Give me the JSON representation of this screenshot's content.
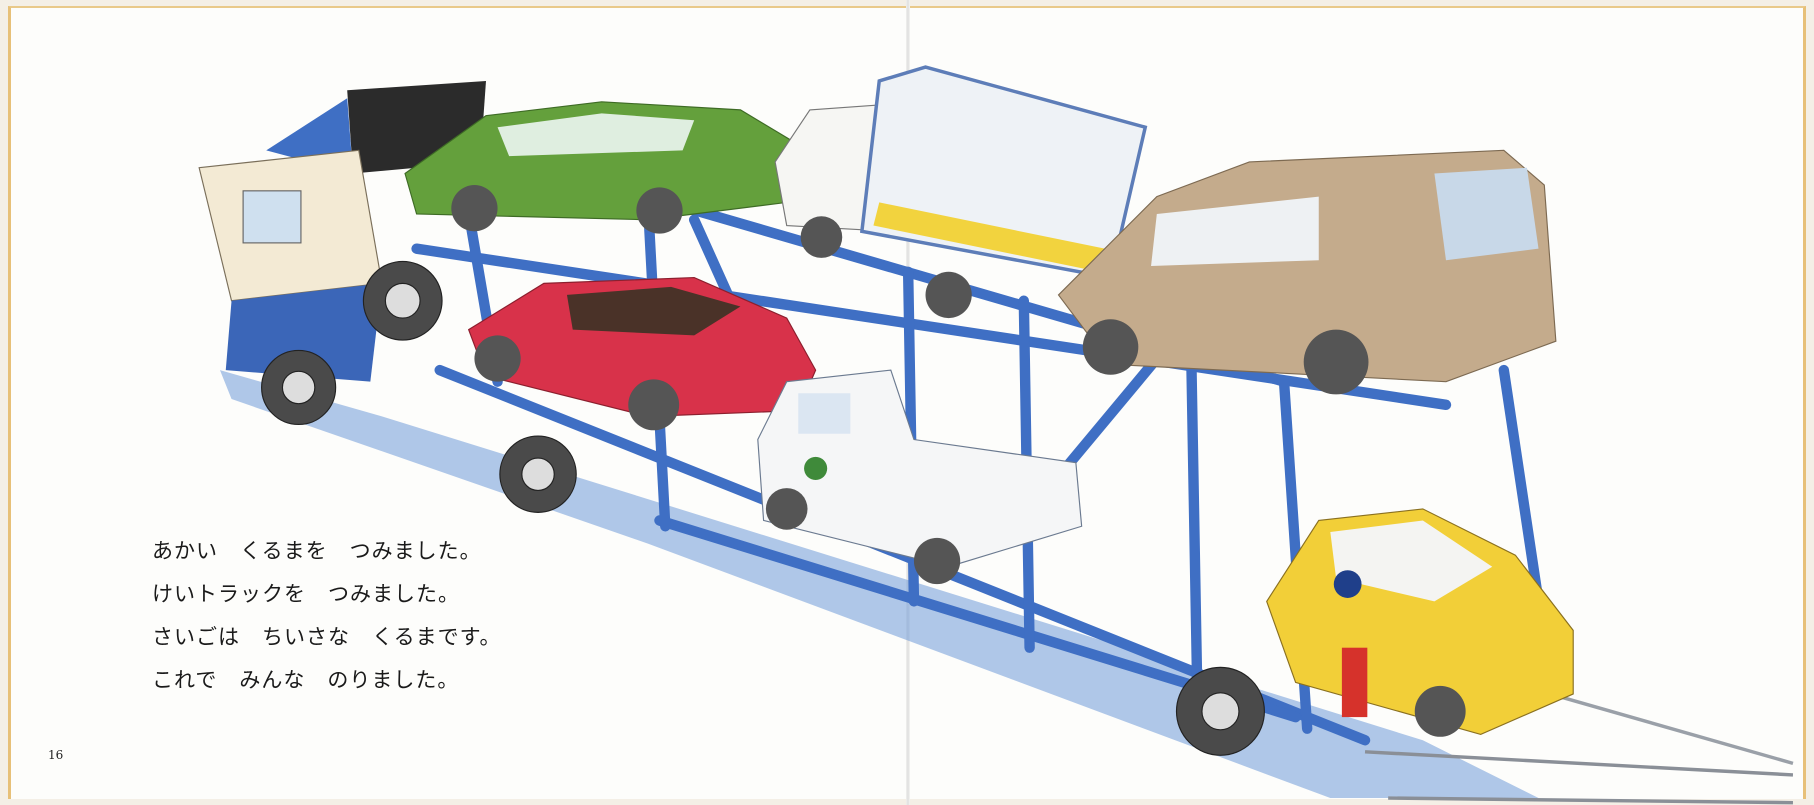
{
  "story": {
    "lines": [
      "あかい　くるまを　つみました。",
      "けいトラックを　つみました。",
      "さいごは　ちいさな　くるまです。",
      "これで　みんな　のりました。"
    ]
  },
  "page_number": "16",
  "colors": {
    "frame_blue": "#3f6fc4",
    "red_car": "#d8324a",
    "green_car": "#5f9a3a",
    "van_beige": "#c4ab8c",
    "yellow_car": "#f2cf38",
    "paper": "#fdfdfb"
  }
}
